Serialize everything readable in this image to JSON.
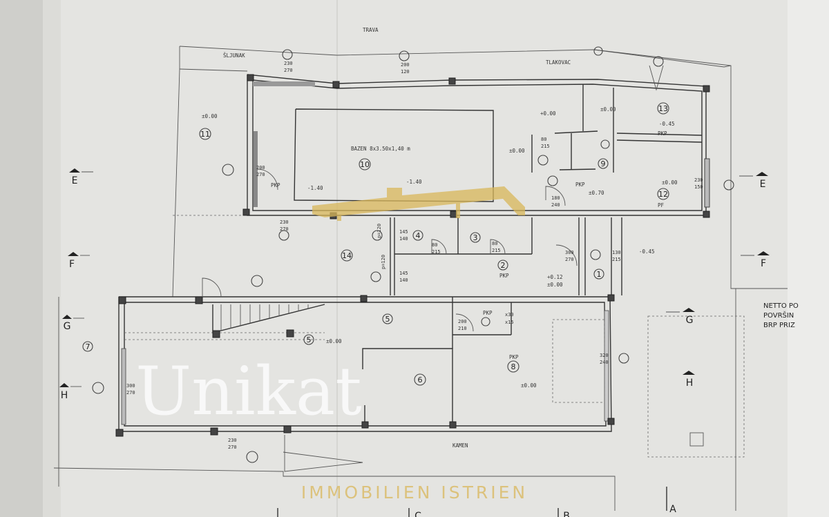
{
  "terrain": {
    "grass": "TRAVA",
    "gravel": "ŠLJUNAK",
    "paving": "TLAKOVAC",
    "stone": "KAMEN"
  },
  "pool_label": "BAZEN 8x3.50x1,40 m",
  "rooms": {
    "r1": "1",
    "r2": "2",
    "r3": "3",
    "r4": "4",
    "r5a": "5",
    "r5b": "5",
    "r6": "6",
    "r7": "7",
    "r8": "8",
    "r9": "9",
    "r10": "10",
    "r11": "11",
    "r12": "12",
    "r13": "13",
    "r14": "14"
  },
  "floor_codes": {
    "pkp": "PKP",
    "pf": "PF"
  },
  "levels": {
    "l11": "±0.00",
    "l10a": "-1.40",
    "l10b": "-1.40",
    "kitchen": "±0.00",
    "living": "+0.00",
    "hall9": "±0.00",
    "l13": "-0.45",
    "l12": "±0.00",
    "l9": "±0.70",
    "terrace_e": "-0.45",
    "entry_a": "+0.12",
    "entry_b": "±0.00",
    "l5": "±0.00",
    "l8": "±0.00"
  },
  "dimensions": {
    "d1": "230",
    "d1b": "270",
    "d2": "200",
    "d2b": "120",
    "d3": "200",
    "d3b": "270",
    "d4": "80",
    "d4b": "215",
    "d5": "180",
    "d5b": "240",
    "d6": "230",
    "d6b": "150",
    "d7": "230",
    "d7b": "270",
    "d8": "145",
    "d8b": "140",
    "d9": "145",
    "d9b": "140",
    "d10": "80",
    "d10b": "215",
    "d11": "80",
    "d11b": "215",
    "d12": "300",
    "d12b": "270",
    "d13": "130",
    "d13b": "215",
    "d14": "200",
    "d14b": "210",
    "d15": "300",
    "d15b": "270",
    "d16": "230",
    "d16b": "270",
    "d17": "320",
    "d17b": "240",
    "p1": "p=120",
    "p2": "p=120",
    "st1": "x30",
    "st2": "x15"
  },
  "sections": {
    "E": "E",
    "F": "F",
    "G": "G",
    "H": "H",
    "A": "A",
    "B": "B",
    "C": "C"
  },
  "side_note": [
    "NETTO PO",
    "POVRŠIN",
    "BRP PRIZ"
  ],
  "watermark": {
    "brand": "Unikat",
    "tagline": "IMMOBILIEN ISTRIEN",
    "color": "#d9b75a"
  }
}
